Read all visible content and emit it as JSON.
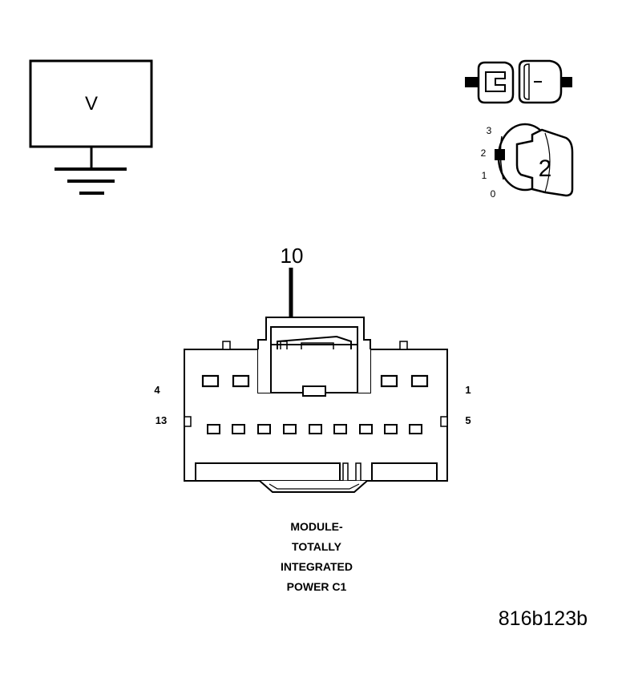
{
  "voltmeter": {
    "label": "V"
  },
  "ignition": {
    "positions": [
      "3",
      "2",
      "1",
      "0"
    ],
    "selected": "2"
  },
  "connector": {
    "pin_callout": "10",
    "pin_numbers": {
      "top_left": "4",
      "top_right": "1",
      "bottom_left": "13",
      "bottom_right": "5"
    },
    "caption": [
      "MODULE-",
      "TOTALLY",
      "INTEGRATED",
      "POWER C1"
    ]
  },
  "figure_id": "816b123b",
  "colors": {
    "ink": "#000000",
    "paper": "#ffffff"
  }
}
